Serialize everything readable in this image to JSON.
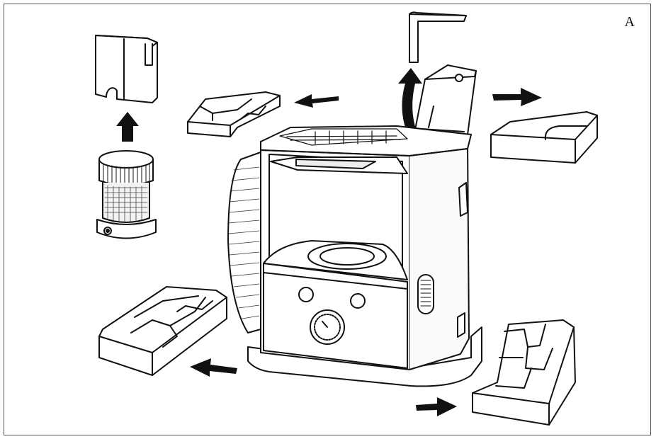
{
  "figure": {
    "label": "A"
  },
  "colors": {
    "line": "#111111",
    "fill": "#ffffff",
    "shade": "#e6e6e6",
    "arrow": "#111111"
  },
  "parts": [
    {
      "name": "top-cover-piece",
      "icon": "packing-insert-icon"
    },
    {
      "name": "wick-cartridge",
      "icon": "cylinder-filter-icon"
    },
    {
      "name": "upper-foam-block",
      "icon": "foam-block-icon"
    },
    {
      "name": "right-box-block",
      "icon": "box-block-icon"
    },
    {
      "name": "l-shaped-handle",
      "icon": "handle-icon"
    },
    {
      "name": "heater-unit",
      "icon": "heater-icon"
    },
    {
      "name": "lower-left-foam-tray",
      "icon": "foam-tray-icon"
    },
    {
      "name": "lower-right-foam-tray",
      "icon": "foam-tray-icon"
    }
  ]
}
